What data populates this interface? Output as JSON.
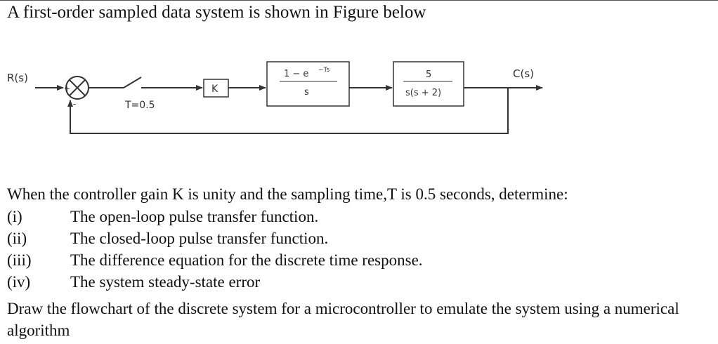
{
  "heading": "A first-order sampled data system is shown in Figure below",
  "diagram": {
    "input_label": "R(s)",
    "output_label": "C(s)",
    "summer_plus": "+",
    "summer_minus": "-",
    "sampler_label": "T=0.5",
    "gain_label": "K",
    "zoh_numerator": "1 − e",
    "zoh_numerator_exp": "−Ts",
    "zoh_denominator": "s",
    "plant_numerator": "5",
    "plant_denominator": "s(s + 2)"
  },
  "question": "When the controller gain K is unity and the sampling time,T is 0.5 seconds, determine:",
  "items": [
    {
      "num": "(i)",
      "text": "The open-loop pulse transfer function."
    },
    {
      "num": "(ii)",
      "text": "The closed-loop pulse transfer function."
    },
    {
      "num": "(iii)",
      "text": "The difference equation for the discrete time response."
    },
    {
      "num": "(iv)",
      "text": "The system steady-state error"
    }
  ],
  "final_task": "Draw the flowchart of the discrete system for a microcontroller to emulate the system using a numerical algorithm"
}
